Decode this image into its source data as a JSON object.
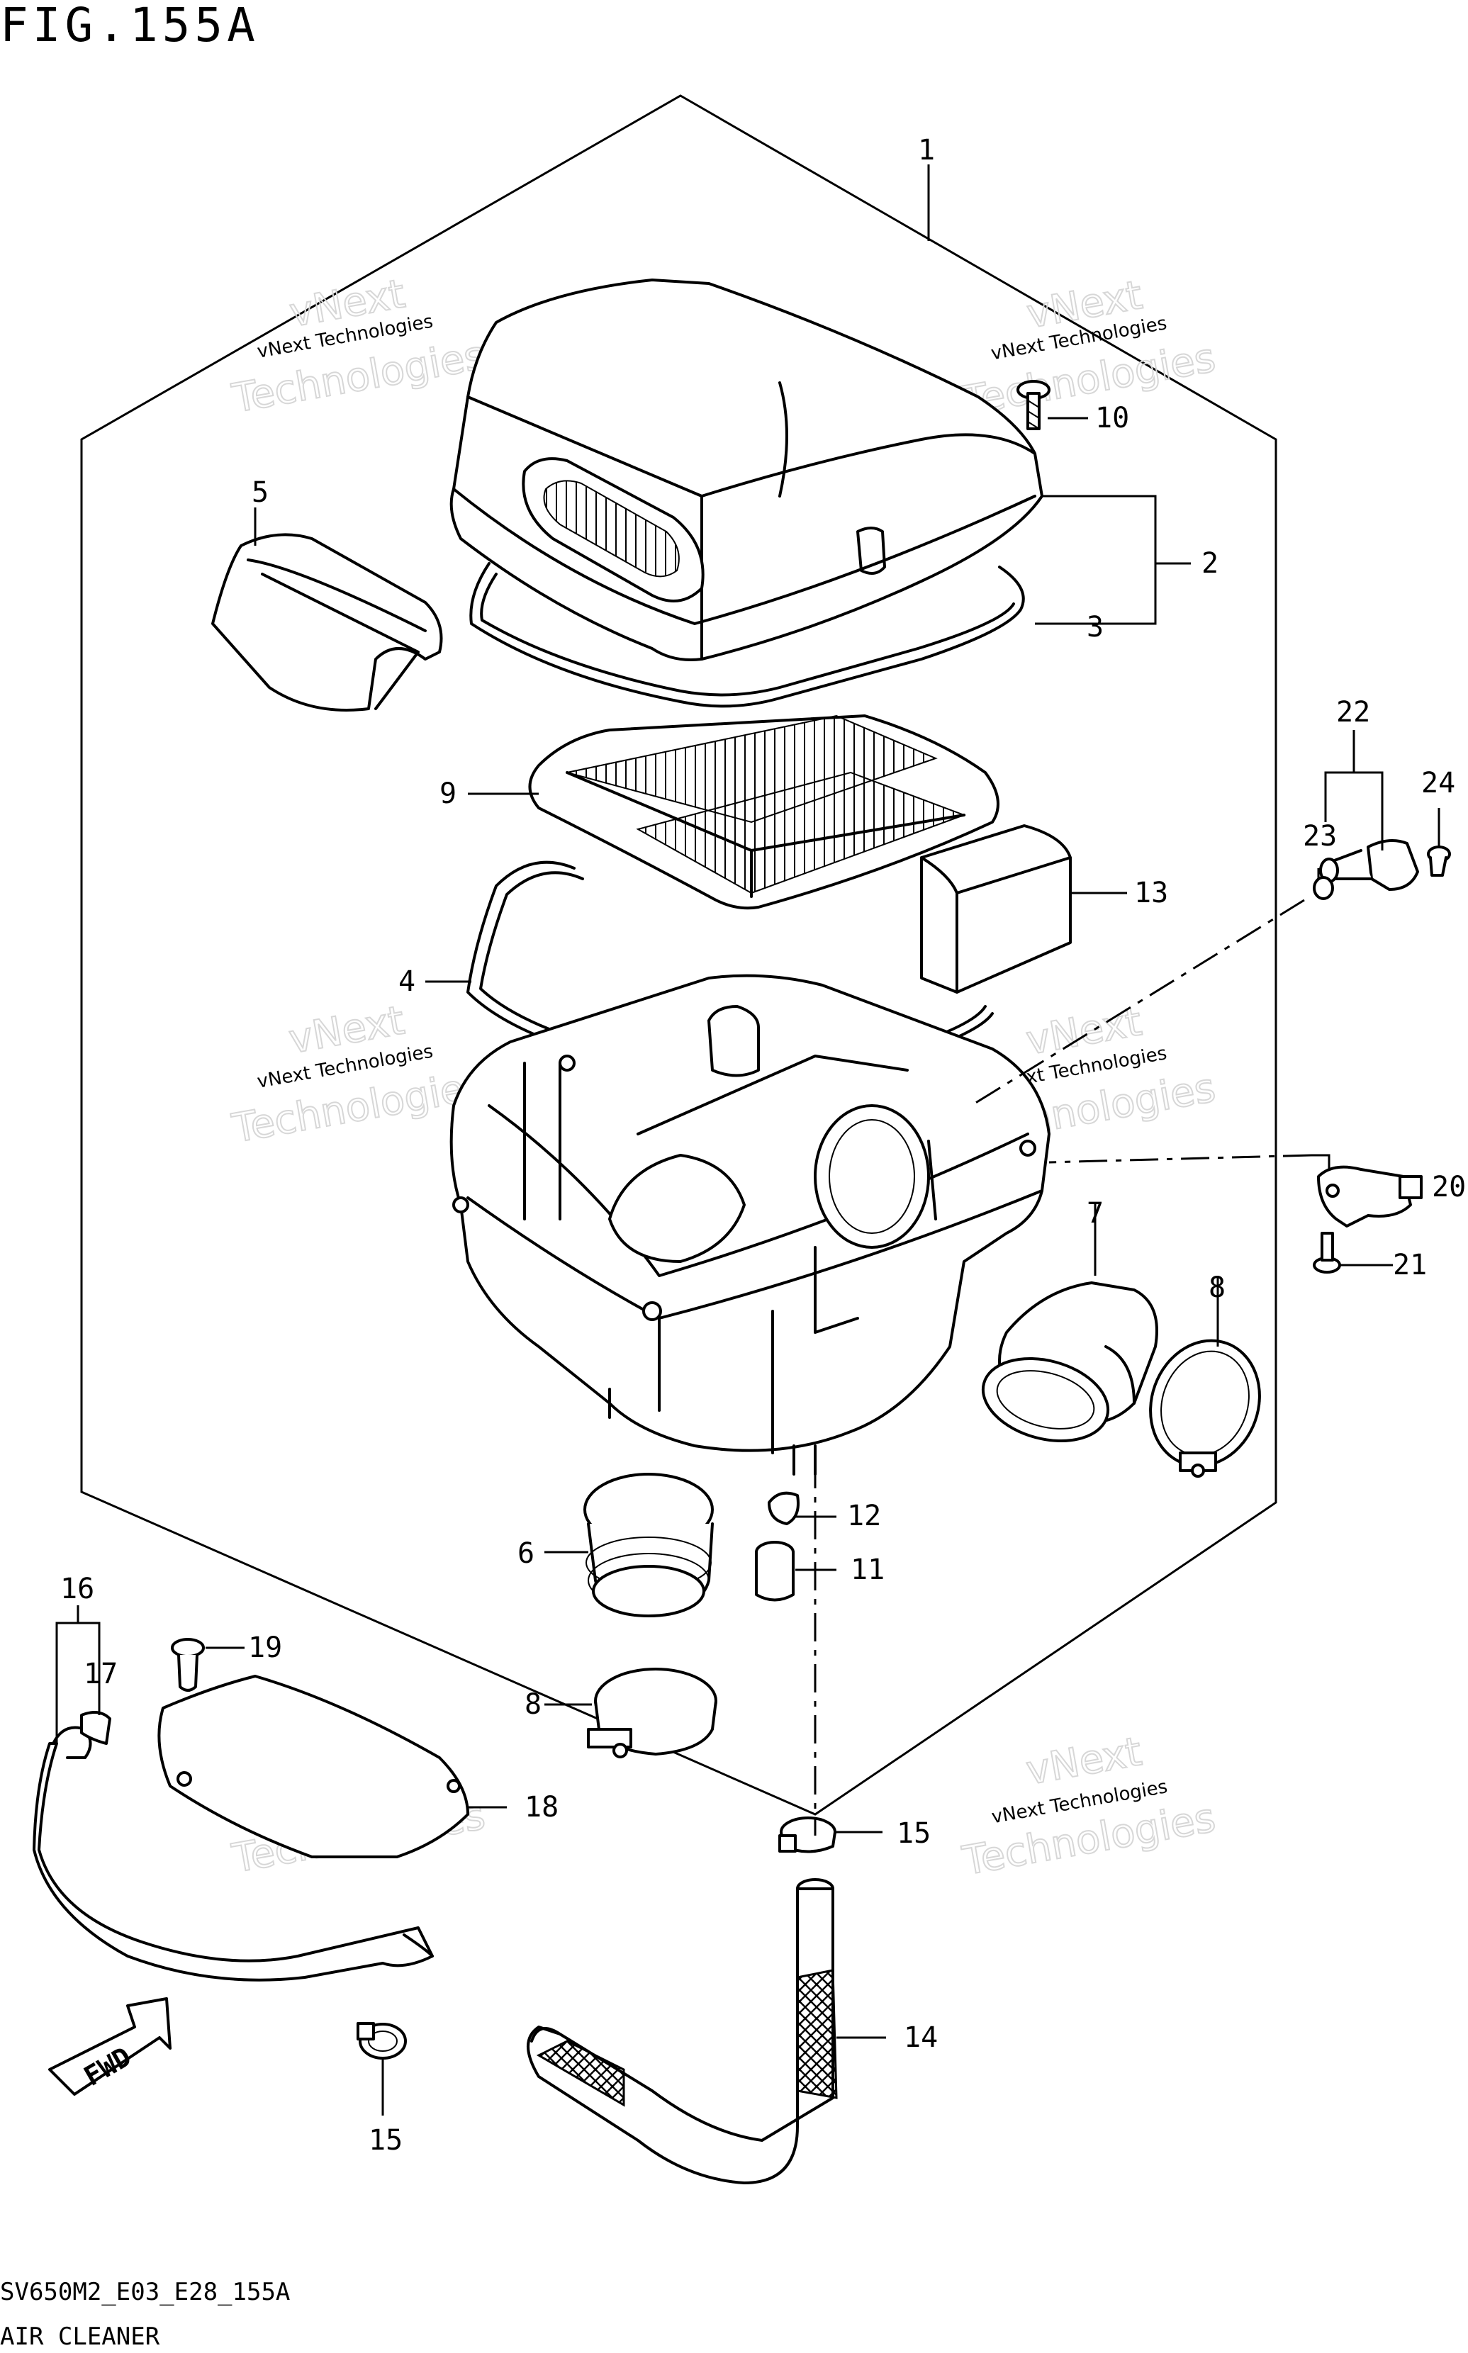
{
  "figure": {
    "title": "FIG.155A",
    "model_code": "SV650M2_E03_E28_155A",
    "caption": "AIR CLEANER"
  },
  "watermark": {
    "brand": "vNext",
    "line1": "vNext Technologies",
    "line2": "Technologies"
  },
  "fwd_arrow_label": "FWD",
  "callouts": {
    "c1": "1",
    "c2": "2",
    "c3": "3",
    "c4": "4",
    "c5": "5",
    "c6": "6",
    "c7": "7",
    "c8a": "8",
    "c8b": "8",
    "c9": "9",
    "c10": "10",
    "c11": "11",
    "c12": "12",
    "c13": "13",
    "c14": "14",
    "c15a": "15",
    "c15b": "15",
    "c16": "16",
    "c17": "17",
    "c18": "18",
    "c19": "19",
    "c20": "20",
    "c21": "21",
    "c22": "22",
    "c23": "23",
    "c24": "24"
  }
}
